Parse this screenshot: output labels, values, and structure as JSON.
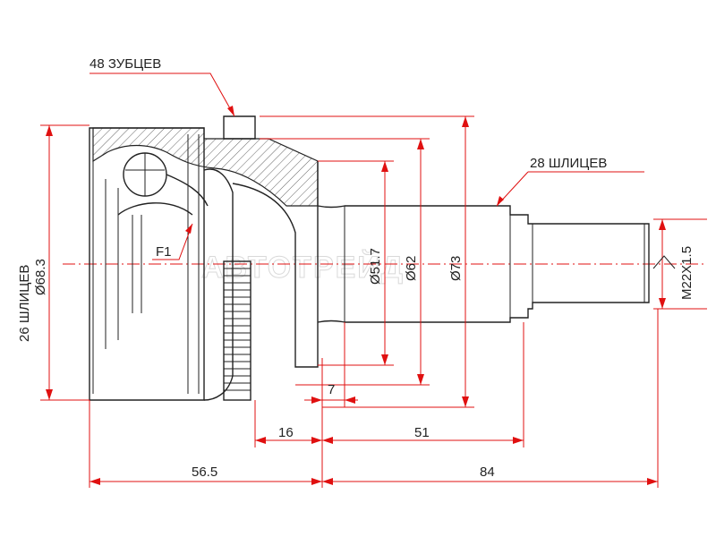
{
  "watermark": "АВТОТРЕЙД",
  "labels": {
    "teeth_count": "48 ЗУБЦЕВ",
    "outer_splines": "28 ШЛИЦЕВ",
    "inner_splines": "26 ШЛИЦЕВ",
    "inner_diameter": "Ø68.3",
    "f1": "F1",
    "d_51_7": "Ø51.7",
    "d_62": "Ø62",
    "d_73": "Ø73",
    "thread": "M22X1.5"
  },
  "dimensions": {
    "d7": "7",
    "d16": "16",
    "d51": "51",
    "d56_5": "56.5",
    "d84": "84"
  },
  "colors": {
    "dimension_lines": "#e01010",
    "part_outline": "#222222"
  }
}
